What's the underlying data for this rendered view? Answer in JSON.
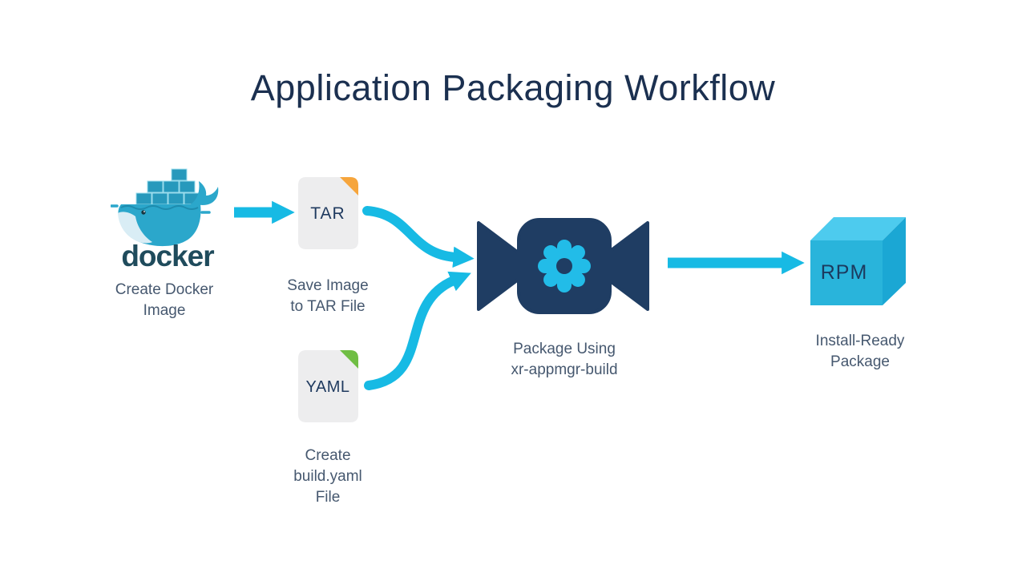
{
  "title": "Application Packaging Workflow",
  "nodes": {
    "docker": {
      "wordmark": "docker",
      "label": "Create Docker\nImage"
    },
    "tar": {
      "badge": "TAR",
      "label": "Save Image\nto TAR File"
    },
    "yaml": {
      "badge": "YAML",
      "label": "Create\nbuild.yaml\nFile"
    },
    "package": {
      "label": "Package Using\nxr-appmgr-build"
    },
    "rpm": {
      "badge": "RPM",
      "label": "Install-Ready\nPackage"
    }
  },
  "flow": [
    {
      "from": "docker",
      "to": "tar"
    },
    {
      "from": "tar",
      "to": "package"
    },
    {
      "from": "yaml",
      "to": "package"
    },
    {
      "from": "package",
      "to": "rpm"
    }
  ],
  "icons": {
    "docker": "docker-whale-logo",
    "tar": "tar-file-icon",
    "yaml": "yaml-file-icon",
    "package": "package-build-gear-icon",
    "rpm": "rpm-cube-icon",
    "arrows": "cyan-flow-arrow"
  },
  "colors": {
    "arrow_cyan": "#17BAE4",
    "gear_cyan": "#22BCE8",
    "package_navy": "#1F3D63",
    "title_navy": "#1B3050",
    "label_gray_blue": "#46586F",
    "file_gray": "#EDEDEE",
    "file_text_navy": "#1F3A5F",
    "tar_fold_orange": "#F6A53C",
    "yaml_fold_green": "#70BE44",
    "cube_front": "#29B4DB",
    "cube_top": "#4DCBEE",
    "cube_right": "#1BA7D4",
    "docker_teal": "#2BA7CB",
    "docker_wordmark": "#1F4B5C"
  }
}
